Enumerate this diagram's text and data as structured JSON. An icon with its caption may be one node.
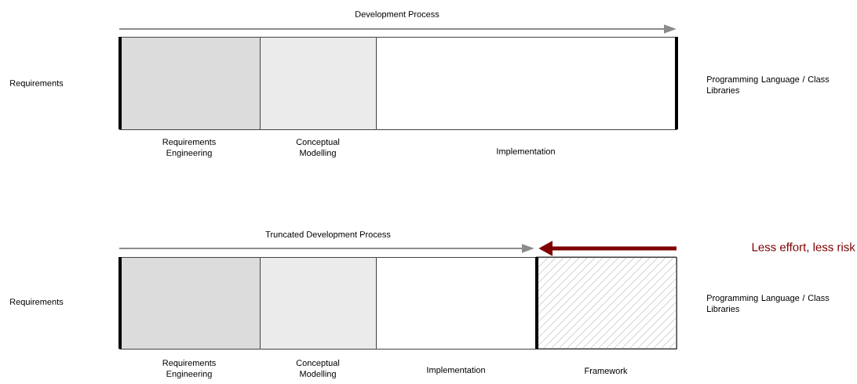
{
  "diagram": {
    "nodes": [
      {
        "text": [
          "Requirements Engineering"
        ]
      },
      {
        "text": [
          "Conceptual Modelling"
        ]
      },
      {
        "text": [
          "Implementation"
        ]
      },
      {
        "text": [
          "Requirements Engineering"
        ]
      },
      {
        "text": [
          "Conceptual Modelling"
        ]
      },
      {
        "text": [
          "Implementation"
        ]
      },
      {
        "text": [
          "Framework"
        ]
      }
    ],
    "labels": [
      "Development Process",
      "Requirements",
      "Programming Language / Class Libraries",
      "Truncated Development Process",
      "Less effort, less risk",
      "Requirements",
      "Programming Language / Class Libraries"
    ]
  }
}
